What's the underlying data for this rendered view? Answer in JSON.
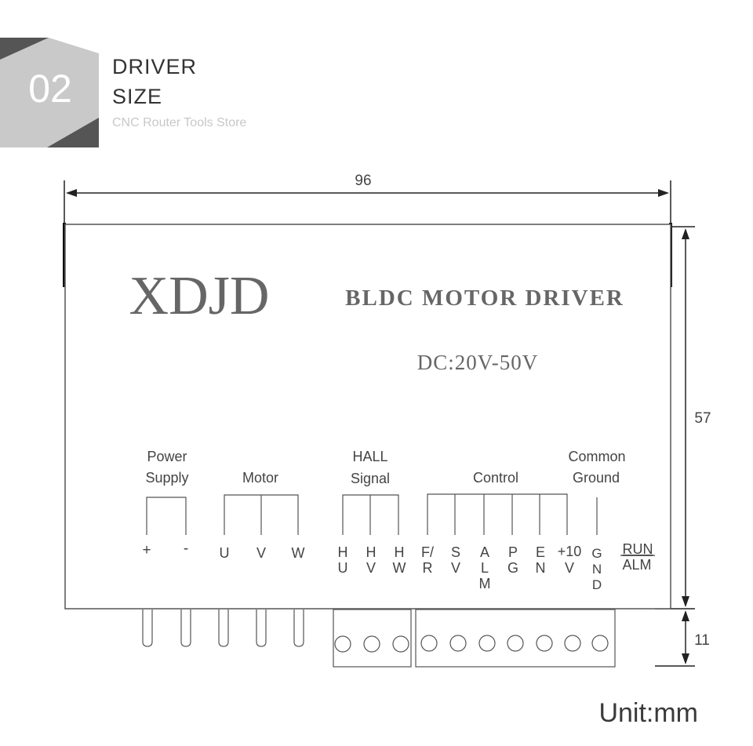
{
  "header": {
    "number": "02",
    "line1": "DRIVER",
    "line2": "SIZE",
    "store": "CNC Router Tools Store"
  },
  "dimensions": {
    "width": "96",
    "height": "57",
    "terminal": "11",
    "unit": "Unit:mm"
  },
  "panel": {
    "brand": "XDJD",
    "title": "BLDC MOTOR DRIVER",
    "voltage": "DC:20V-50V"
  },
  "groups": {
    "power": [
      "Power",
      "Supply"
    ],
    "motor": "Motor",
    "hall": [
      "HALL",
      "Signal"
    ],
    "control": "Control",
    "common": [
      "Common",
      "Ground"
    ]
  },
  "pins": {
    "power": [
      "+",
      "-"
    ],
    "motor": [
      "U",
      "V",
      "W"
    ],
    "hall": [
      [
        "H",
        "U"
      ],
      [
        "H",
        "V"
      ],
      [
        "H",
        "W"
      ]
    ],
    "control": [
      [
        "F/",
        "R"
      ],
      [
        "S",
        "V"
      ],
      [
        "A",
        "L",
        "M"
      ],
      [
        "P",
        "G"
      ],
      [
        "E",
        "N"
      ],
      [
        "+10",
        "V"
      ]
    ],
    "ground": [
      "G",
      "N",
      "D"
    ]
  },
  "leds": {
    "run": "RUN",
    "alm": "ALM"
  },
  "colors": {
    "line": "#444444",
    "brand": "#666666",
    "header_badge": "#c9c9c9",
    "header_dark": "#555555"
  }
}
